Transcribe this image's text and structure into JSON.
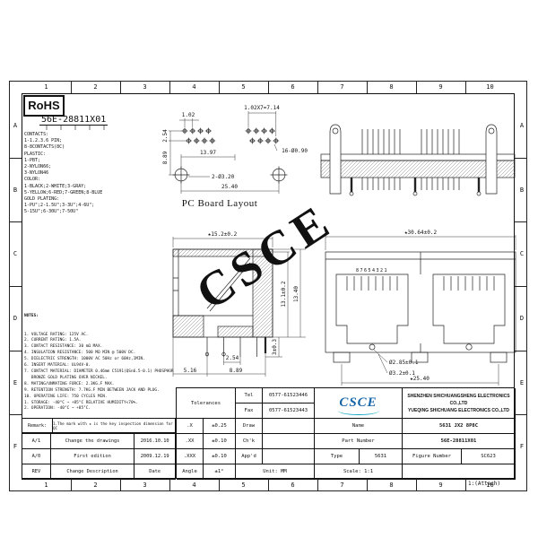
{
  "frame": {
    "columns": [
      "1",
      "2",
      "3",
      "4",
      "5",
      "6",
      "7",
      "8",
      "9",
      "10"
    ],
    "rows": [
      "A",
      "B",
      "C",
      "D",
      "E",
      "F"
    ],
    "sheet_note": "1:(Attach)"
  },
  "rohs_label": "RoHS",
  "part_code": {
    "number": "56E-28811X01",
    "lines": [
      "CONTACTS:",
      "1-1.2.3.6 PIN;",
      "8-8CONTACTS(8C)",
      "PLASTIC:",
      "1-PBT;",
      "2-NYLON66;",
      "3-NYLON46",
      "COLOR:",
      "1-BLACK;2-WHITE;3-GRAY;",
      "5-YELLOW;6-RED;7-GREEN;8-BLUE",
      "GOLD PLATING:",
      "1-PU\";2-1.5U\";3-3U\";4-6U\";",
      "5-15U\";6-30U\";7-50U\""
    ]
  },
  "pcb_layout": {
    "caption": "PC Board Layout",
    "dim_pitch": "1.02",
    "dim_span": "1.02X7=7.14",
    "dim_row": "2.54",
    "dim_rowpost": "8.89",
    "dim_post_pin": "13.97",
    "dim_posts": "25.40",
    "dim_pinholes": "16-Ø0.90",
    "dim_postholes": "2-Ø3.20"
  },
  "side_view": {
    "dim_depth": "★15.2±0.2",
    "dim_height_inner": "13.1±0.2",
    "dim_height": "13.40",
    "dim_leg": "3±0.3",
    "dim_pin_pitch": "2.54",
    "dim_pin_span": "8.89",
    "dim_front": "5.16"
  },
  "front_view": {
    "dim_width": "★30.64±0.2",
    "pin_numbers": "87654321",
    "dim_feet": "★25.40",
    "dim_hole_small": "Ø2.85±0.1",
    "dim_hole_large": "Ø3.2±0.1"
  },
  "notes": {
    "title": "NOTES:",
    "lines": [
      "1. VOLTAGE RATING: 125V AC.",
      "2. CURRENT RATING: 1.5A.",
      "3. CONTACT RESISTANCE: 30 mΩ MAX.",
      "4. INSULATION RESISTANCE: 500 MΩ MIN @ 500V DC.",
      "5. DIELECTRIC STRENGTH: 1000V AC 50Hz or 60Hz,1MIN.",
      "6. INSERT MATERIAL: UL94V-0.",
      "7. CONTACT MATERIAL: DIAMETER 0.46mm C5191(QSn6.5-0.1) PHOSPHOR",
      "   BRONZE GOLD PLATING OVER NICKEL.",
      "8. MATING/UNMATING FORCE: 2.3KG.F MAX.",
      "9. RETENTION STRENGTH: 7.7KG.F MIN BETWEEN JACK AND PLUG.",
      "10. OPERATING LIFE: 750 CYCLES MIN.",
      "1. STORAGE: -40°C ~ +85°C RELATIVE HUMIDITY<70%.",
      "2. OPERATION: -40°C ~ +85°C."
    ]
  },
  "remark": {
    "label": "Remark:",
    "text": "1.The mark with ★ is the key inspection dimension for QC"
  },
  "revision": {
    "rows": [
      {
        "rev": "A/1",
        "desc": "Change the drawings",
        "date": "2016.10.10"
      },
      {
        "rev": "A/0",
        "desc": "First edition",
        "date": "2009.12.19"
      },
      {
        "rev": "REV",
        "desc": "Change Description",
        "date": "Date"
      }
    ]
  },
  "title_block": {
    "tolerances_label": "Tolerances",
    "tol": {
      "x_k": ".X",
      "x_v": "±0.25",
      "xx_k": ".XX",
      "xx_v": "±0.10",
      "xxx_k": ".XXX",
      "xxx_v": "±0.10"
    },
    "angle_label": "Angle",
    "angle_value": "±1°",
    "tel_label": "Tel",
    "tel": "0577-61523446",
    "fax_label": "Fax",
    "fax": "0577-61523443",
    "draw_label": "Draw",
    "check_label": "Ch'k",
    "approve_label": "App'd",
    "logo": "CSCE",
    "company_line1": "SHENZHEN SHICHUANGSHENG ELECTRONICS CO.,LTD",
    "company_line2": "YUEQING SHICHUANG ELECTRONICS CO.,LTD",
    "name_label": "Name",
    "name_value": "5631 JX2 8P8C",
    "part_label": "Part Number",
    "part_value": "56E-28811X01",
    "type_label": "Type",
    "type_value": "5631",
    "figure_label": "Figure Number",
    "figure_value": "SC623",
    "unit_label": "Unit: MM",
    "scale_label": "Scale: 1:1"
  },
  "watermark": "CSCE",
  "colors": {
    "line": "#222222",
    "watermark": "#7aa7cc",
    "logo_blue": "#1565a8"
  }
}
